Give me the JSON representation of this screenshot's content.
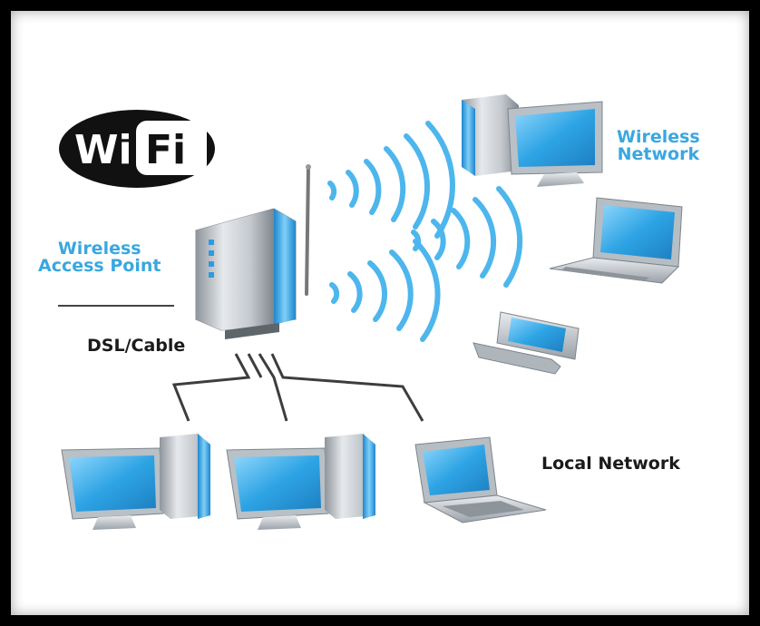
{
  "logo": {
    "text_wi": "Wi",
    "text_fi": "Fi"
  },
  "labels": {
    "wireless_network_line1": "Wireless",
    "wireless_network_line2": "Network",
    "access_point_line1": "Wireless",
    "access_point_line2": "Access Point",
    "dsl_cable": "DSL/Cable",
    "local_network": "Local Network"
  },
  "colors": {
    "accent": "#3aa7e0",
    "screen": "#2fa6e6",
    "signal": "#4db6ec",
    "device_body": "#c9ced4",
    "background": "#ffffff",
    "frame": "#000000"
  },
  "icons": [
    "wifi-logo",
    "router-icon",
    "desktop-computer-icon",
    "laptop-icon",
    "handheld-device-icon",
    "signal-waves-icon"
  ]
}
